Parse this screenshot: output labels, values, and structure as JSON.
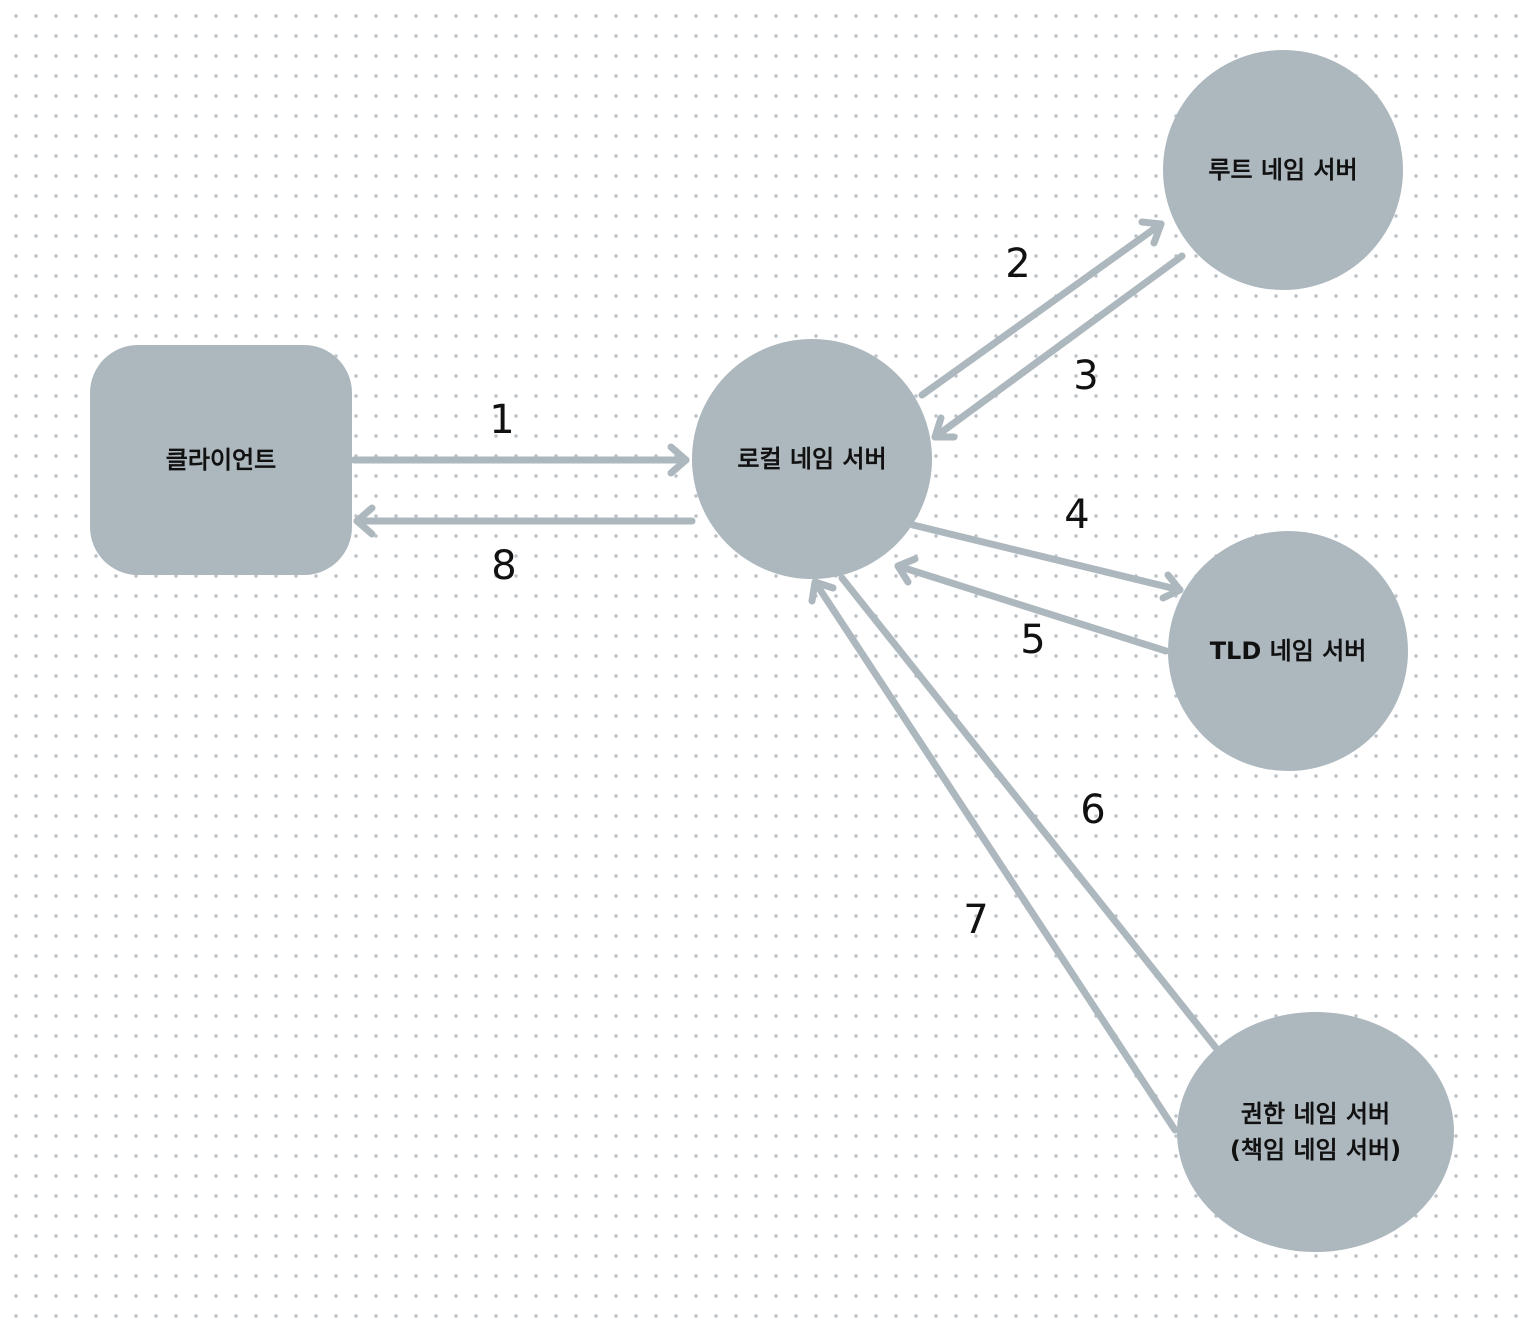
{
  "nodes": {
    "client": {
      "label": "클라이언트"
    },
    "local": {
      "label": "로컬 네임 서버"
    },
    "root": {
      "label": "루트 네임 서버"
    },
    "tld": {
      "label": "TLD 네임 서버"
    },
    "authoritative": {
      "line1": "권한 네임 서버",
      "line2": "(책임 네임 서버)"
    }
  },
  "edges": [
    {
      "step": "1",
      "from": "클라이언트",
      "to": "로컬 네임 서버"
    },
    {
      "step": "2",
      "from": "로컬 네임 서버",
      "to": "루트 네임 서버"
    },
    {
      "step": "3",
      "from": "루트 네임 서버",
      "to": "로컬 네임 서버"
    },
    {
      "step": "4",
      "from": "로컬 네임 서버",
      "to": "TLD 네임 서버"
    },
    {
      "step": "5",
      "from": "TLD 네임 서버",
      "to": "로컬 네임 서버"
    },
    {
      "step": "6",
      "from": "로컬 네임 서버",
      "to": "권한 네임 서버"
    },
    {
      "step": "7",
      "from": "권한 네임 서버",
      "to": "로컬 네임 서버"
    },
    {
      "step": "8",
      "from": "로컬 네임 서버",
      "to": "클라이언트"
    }
  ],
  "colors": {
    "node_fill": "#adb7be",
    "arrow": "#adb7be",
    "text": "#111111",
    "grid_dot": "#bcc3c9"
  }
}
